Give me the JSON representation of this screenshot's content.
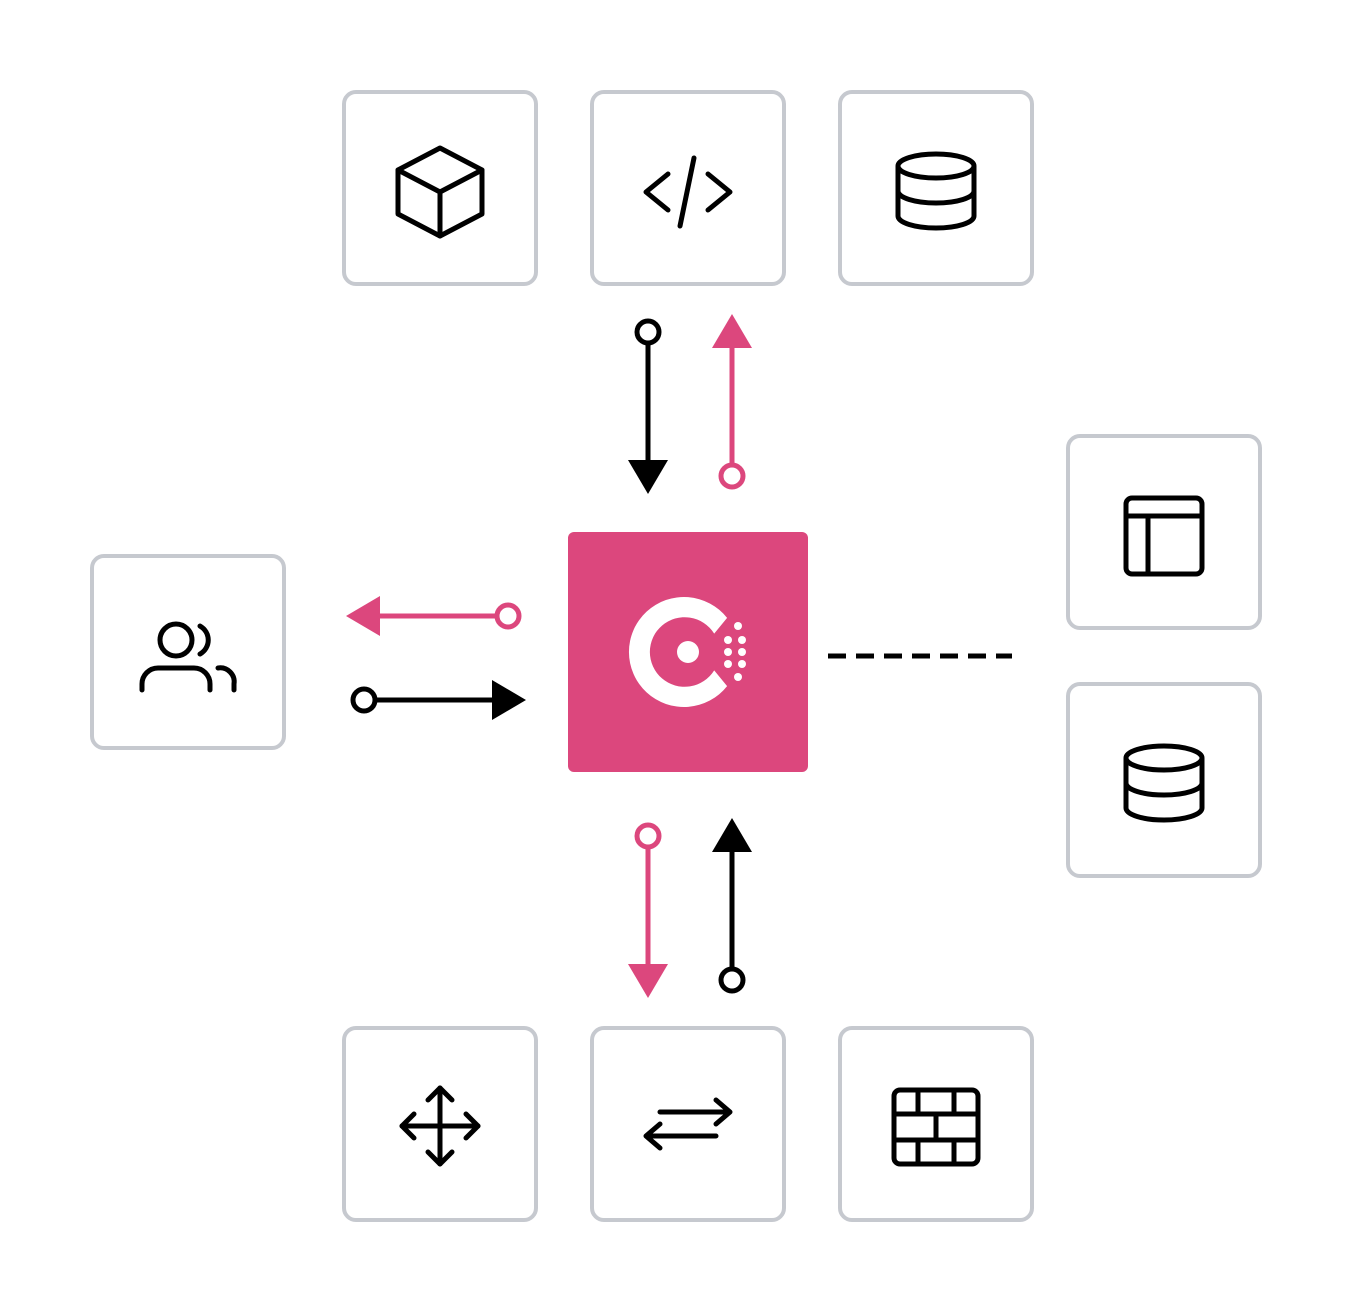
{
  "colors": {
    "accent": "#dc477d",
    "box_border": "#c6c9cf",
    "stroke": "#000000",
    "background": "#ffffff"
  },
  "hub": {
    "icon": "consul-logo"
  },
  "services": {
    "top": [
      {
        "icon": "cube-icon"
      },
      {
        "icon": "code-icon"
      },
      {
        "icon": "database-icon"
      }
    ],
    "left": [
      {
        "icon": "users-icon"
      }
    ],
    "right": [
      {
        "icon": "layout-icon"
      },
      {
        "icon": "database-icon"
      }
    ],
    "bottom": [
      {
        "icon": "move-icon"
      },
      {
        "icon": "arrows-left-right-icon"
      },
      {
        "icon": "firewall-icon"
      }
    ]
  },
  "connections": [
    {
      "from": "code-service",
      "to": "hub",
      "color": "black"
    },
    {
      "from": "hub",
      "to": "code-service",
      "color": "accent"
    },
    {
      "from": "hub",
      "to": "users-service",
      "color": "accent"
    },
    {
      "from": "users-service",
      "to": "hub",
      "color": "black"
    },
    {
      "from": "hub",
      "to": "exchange-service",
      "color": "accent"
    },
    {
      "from": "exchange-service",
      "to": "hub",
      "color": "black"
    },
    {
      "from": "hub",
      "to": "right-services",
      "style": "dashed"
    }
  ]
}
